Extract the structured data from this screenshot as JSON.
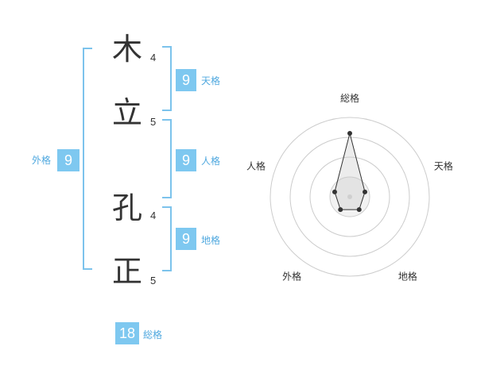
{
  "name_chars": [
    {
      "char": "木",
      "strokes": "4"
    },
    {
      "char": "立",
      "strokes": "5"
    },
    {
      "char": "孔",
      "strokes": "4"
    },
    {
      "char": "正",
      "strokes": "5"
    }
  ],
  "fortunes": {
    "tenkaku": {
      "label": "天格",
      "value": "9"
    },
    "jinkaku": {
      "label": "人格",
      "value": "9"
    },
    "chikaku": {
      "label": "地格",
      "value": "9"
    },
    "gaikaku": {
      "label": "外格",
      "value": "9"
    },
    "soukaku": {
      "label": "総格",
      "value": "18"
    }
  },
  "colors": {
    "accent": "#7ec8f0",
    "bracket": "#7cc3ec",
    "label": "#4fa8df"
  },
  "chart_data": {
    "type": "radar",
    "axes": [
      "総格",
      "天格",
      "地格",
      "外格",
      "人格"
    ],
    "values": [
      4,
      1,
      1,
      1,
      1
    ],
    "max": 5,
    "rings": 4
  }
}
